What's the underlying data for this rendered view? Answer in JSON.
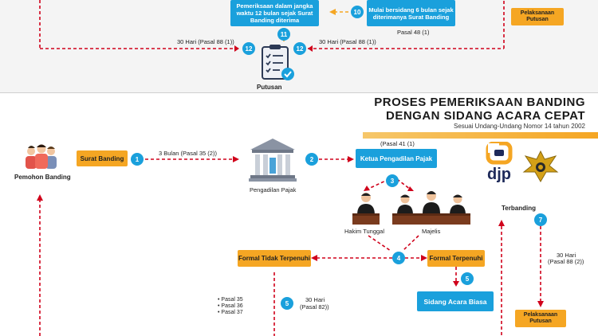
{
  "top": {
    "box_left": "Pemeriksaan dalam jangka waktu 12 bulan sejak Surat Banding diterima",
    "box_right": "Mulai bersidang 6 bulan sejak diterimanya Surat Banding",
    "step_10": "10",
    "step_11": "11",
    "step_12a": "12",
    "step_12b": "12",
    "pasal_48": "Pasal 48 (1)",
    "left_30": "30 Hari (Pasal 88 (1))",
    "right_30": "30 Hari (Pasal 88 (1))",
    "putusan": "Putusan",
    "pelaksanaan": "Pelaksanaan Putusan"
  },
  "header": {
    "title_line1": "PROSES PEMERIKSAAN BANDING",
    "title_line2": "DENGAN SIDANG ACARA CEPAT",
    "subtitle": "Sesuai Undang-Undang Nomor 14 tahun 2002"
  },
  "logos": {
    "djp": "djp"
  },
  "flow": {
    "pemohon": "Pemohon Banding",
    "surat_banding": "Surat Banding",
    "step_1": "1",
    "arrow_1": "3 Bulan (Pasal 35 (2))",
    "pengadilan": "Pengadilan Pajak",
    "step_2": "2",
    "pasal_41": "(Pasal 41 (1)",
    "ketua": "Ketua Pengadilan Pajak",
    "step_3": "3",
    "hakim_tunggal": "Hakim Tunggal",
    "majelis": "Majelis",
    "step_4": "4",
    "formal_tidak": "Formal Tidak Terpenuhi",
    "formal_terpenuhi": "Formal Terpenuhi",
    "step_5a": "5",
    "step_5b": "5",
    "sidang_biasa": "Sidang Acara Biasa",
    "pasal_35": "• Pasal 35",
    "pasal_36": "• Pasal 36",
    "pasal_37": "• Pasal 37",
    "hari_30": "30 Hari",
    "pasal_82": "(Pasal 82))",
    "terbanding": "Terbanding",
    "step_7": "7",
    "pasal_88_line1": "30 Hari",
    "pasal_88_line2": "(Pasal 88 (2))",
    "pelaksanaan": "Pelaksanaan Putusan"
  }
}
